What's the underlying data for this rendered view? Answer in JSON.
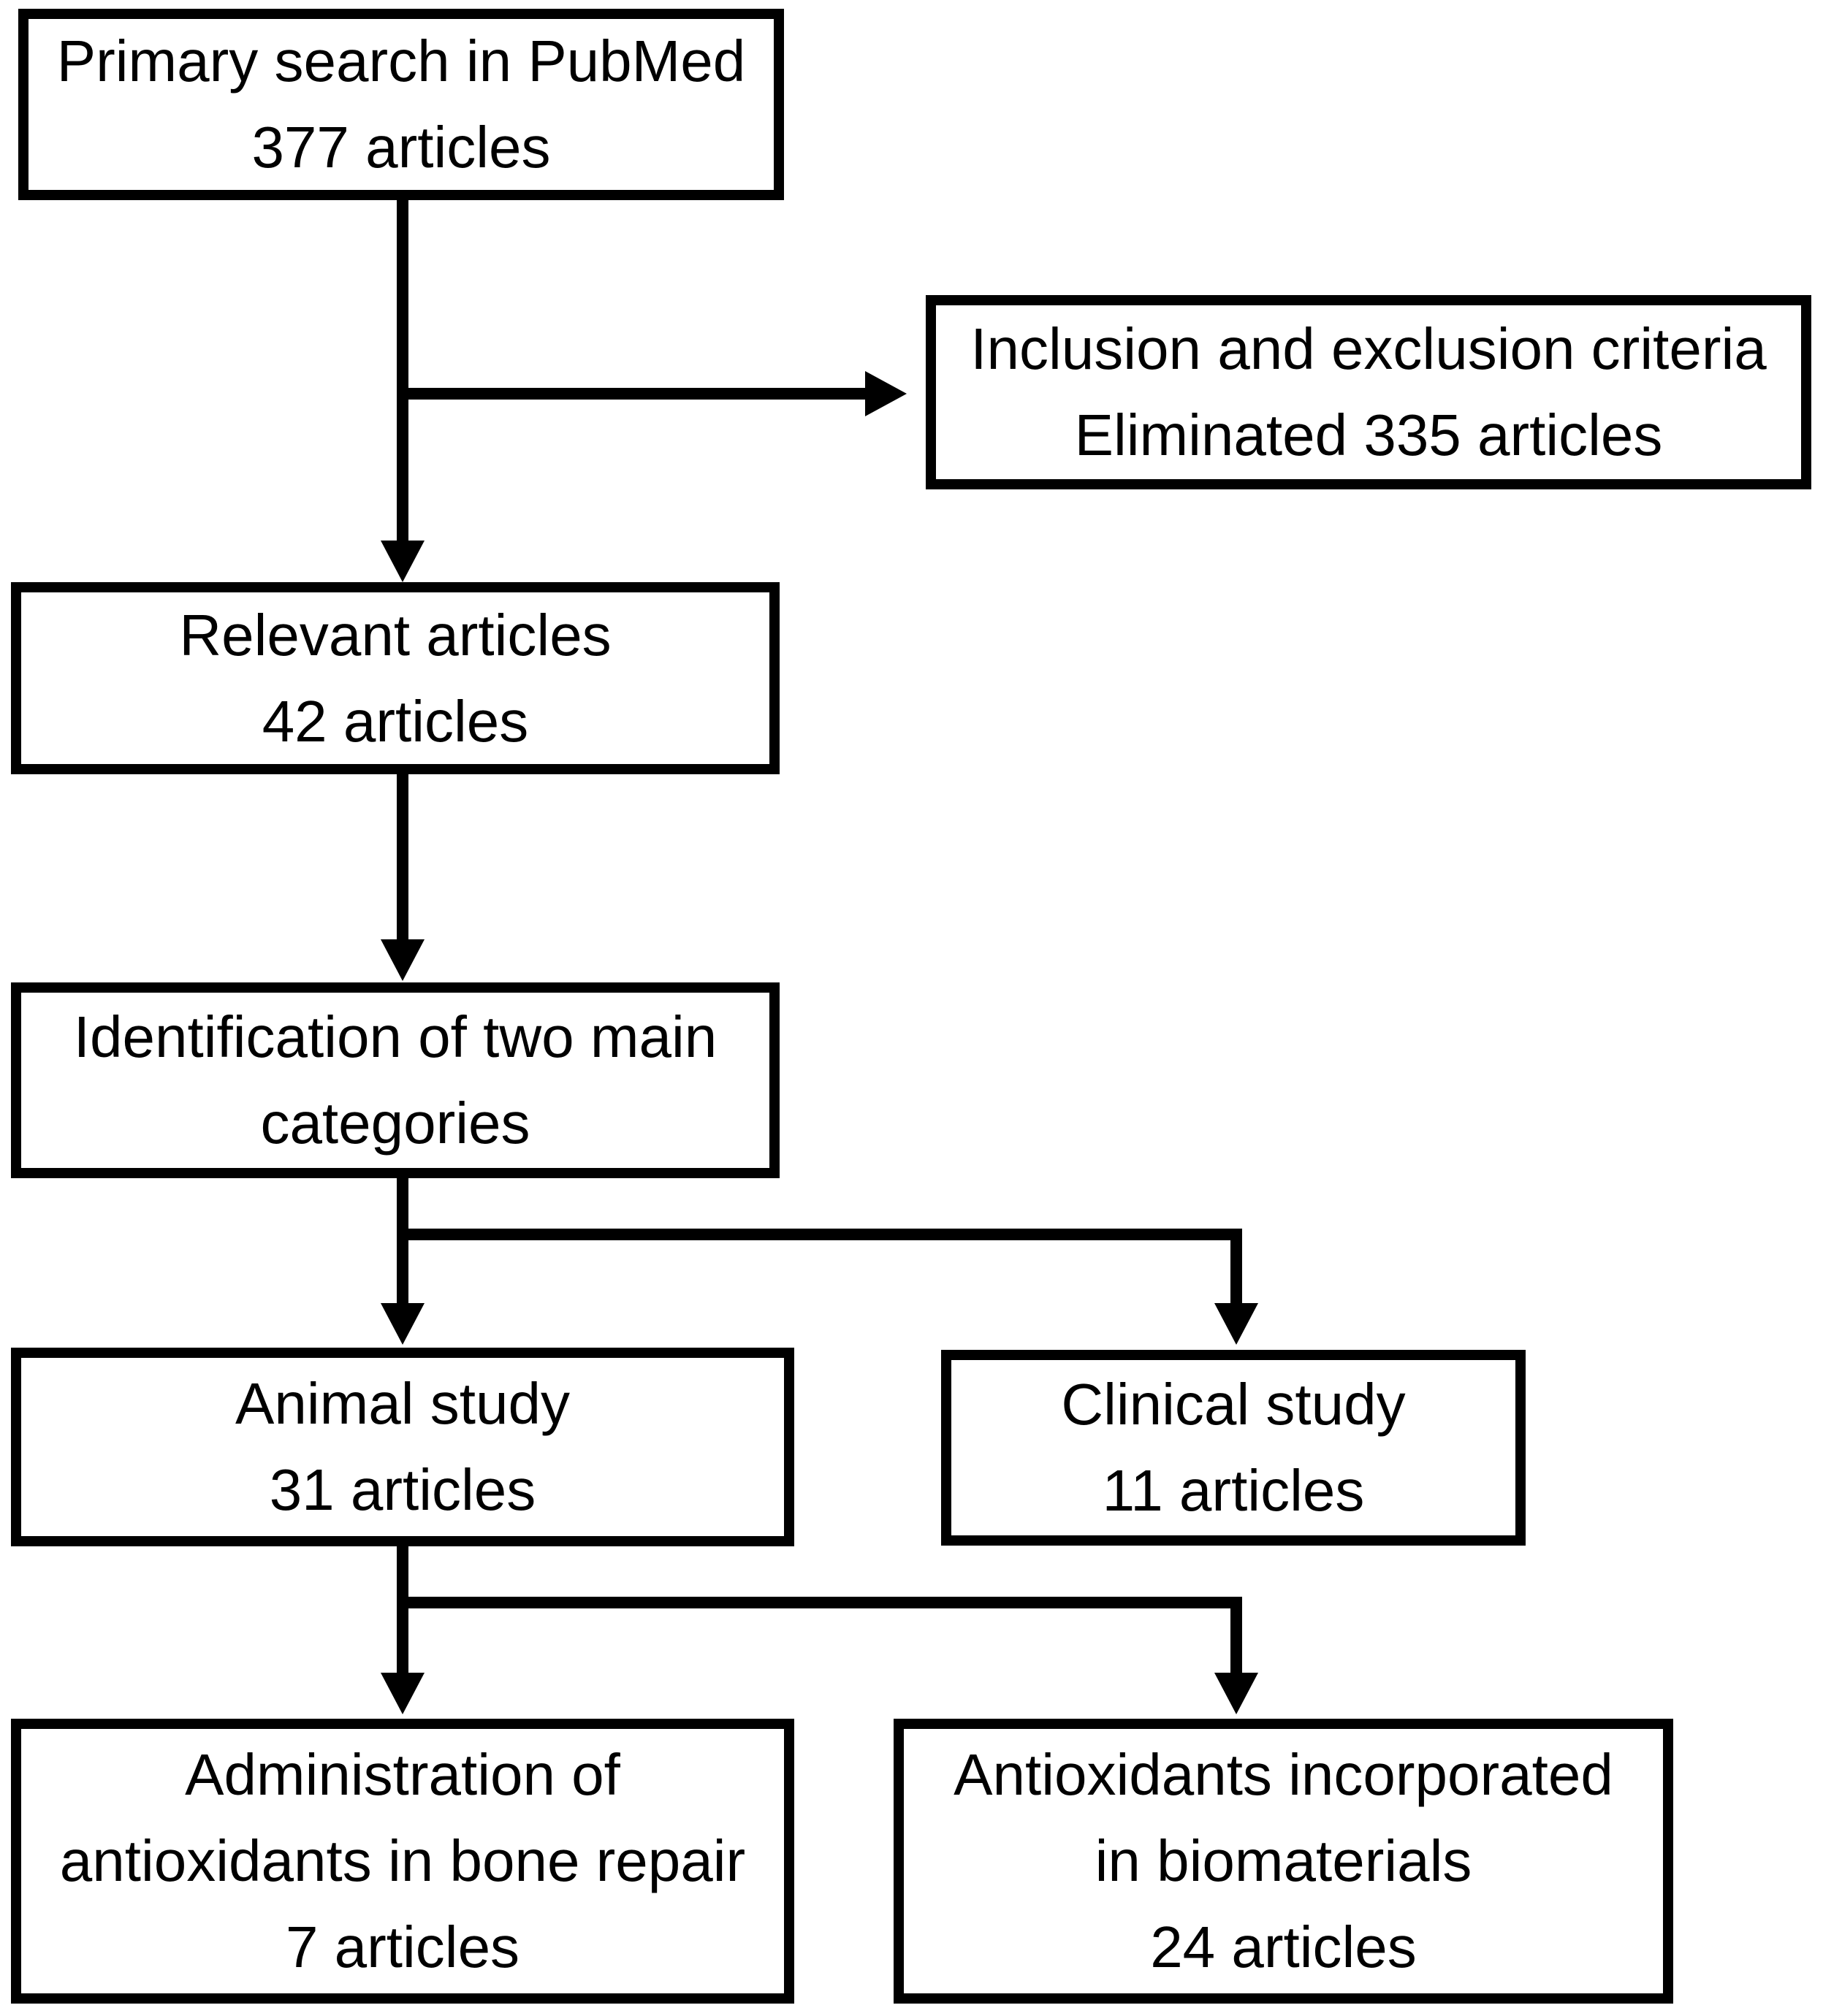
{
  "boxes": {
    "primary_search": {
      "lines": [
        "Primary search in PubMed",
        "377 articles"
      ]
    },
    "criteria": {
      "lines": [
        "Inclusion and exclusion criteria",
        "Eliminated 335 articles"
      ]
    },
    "relevant": {
      "lines": [
        "Relevant articles",
        "42 articles"
      ]
    },
    "identification": {
      "lines": [
        "Identification of two main",
        "categories"
      ]
    },
    "animal": {
      "lines": [
        "Animal study",
        "31 articles"
      ]
    },
    "clinical": {
      "lines": [
        "Clinical study",
        "11 articles"
      ]
    },
    "administration": {
      "lines": [
        "Administration of",
        "antioxidants in bone repair",
        "7 articles"
      ]
    },
    "biomaterials": {
      "lines": [
        "Antioxidants incorporated",
        "in biomaterials",
        "24 articles"
      ]
    }
  },
  "connections": [
    {
      "from": "primary_search",
      "to": "criteria"
    },
    {
      "from": "primary_search",
      "to": "relevant"
    },
    {
      "from": "relevant",
      "to": "identification"
    },
    {
      "from": "identification",
      "to": "animal"
    },
    {
      "from": "identification",
      "to": "clinical"
    },
    {
      "from": "animal",
      "to": "administration"
    },
    {
      "from": "animal",
      "to": "biomaterials"
    }
  ],
  "colors": {
    "line": "#000000",
    "box_border": "#000000",
    "box_fill": "#ffffff",
    "text": "#000000",
    "background": "#ffffff"
  }
}
